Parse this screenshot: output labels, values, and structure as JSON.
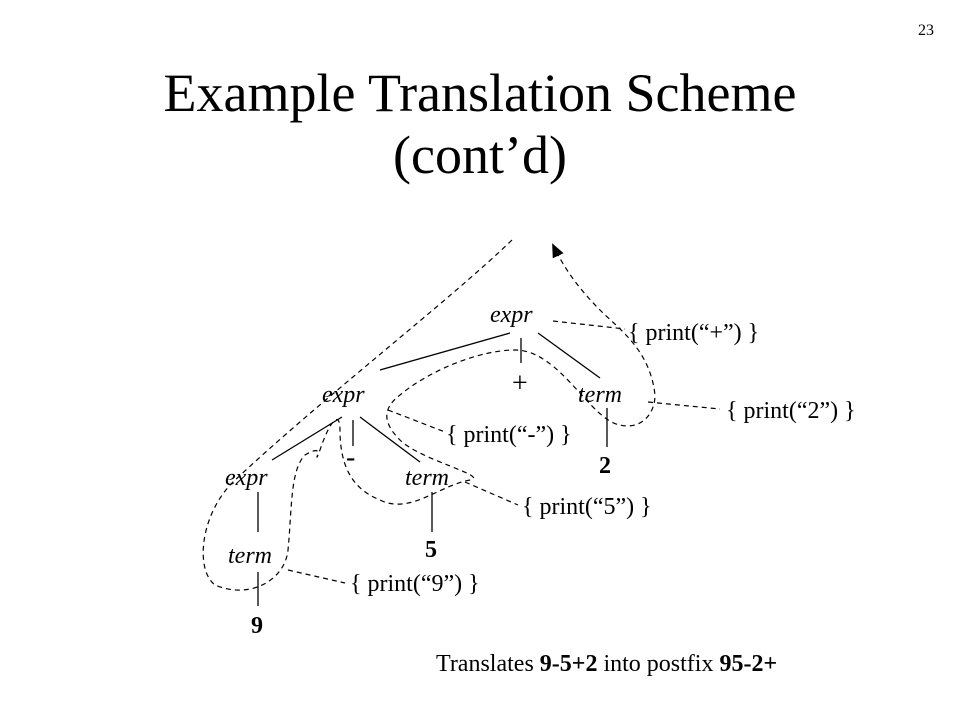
{
  "slide": {
    "number": "23",
    "title_line1": "Example Translation Scheme",
    "title_line2": "(cont’d)"
  },
  "tree": {
    "root_expr": "expr",
    "plus": "+",
    "root_term": "term",
    "mid_expr": "expr",
    "minus": "-",
    "mid_term": "term",
    "low_expr": "expr",
    "low_term": "term",
    "digit_9": "9",
    "digit_5": "5",
    "digit_2": "2"
  },
  "actions": {
    "print_plus": "{ print(“+”) }",
    "print_2": "{ print(“2”) }",
    "print_minus": "{ print(“-”) }",
    "print_5": "{ print(“5”) }",
    "print_9": "{ print(“9”) }"
  },
  "footer": {
    "prefix": "Translates ",
    "input": "9-5+2",
    "middle": " into postfix ",
    "output": "95-2+"
  }
}
